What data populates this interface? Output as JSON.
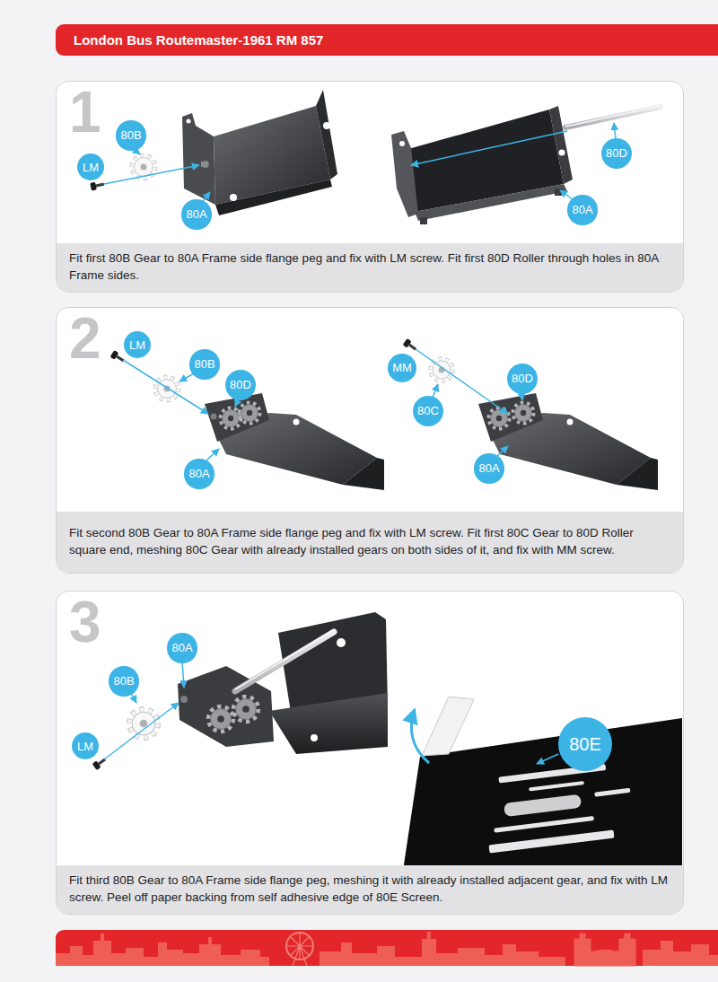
{
  "diagram": {
    "title": "London Bus Routemaster-1961 RM 857",
    "nodes": [
      {
        "text": [
          "1"
        ]
      },
      {
        "text": [
          "80B"
        ],
        "in": 0
      },
      {
        "text": [
          "LM"
        ],
        "in": 0
      },
      {
        "text": [
          "80A"
        ],
        "in": 0
      },
      {
        "text": [
          "80D"
        ],
        "in": 0
      },
      {
        "text": [
          "80A"
        ],
        "in": 0
      },
      {
        "text": [
          "Fit first 80B Gear to 80A Frame side flange peg and fix with LM screw. Fit first 80D Roller through holes in 80A Frame sides."
        ],
        "in": 0
      },
      {
        "text": [
          "2"
        ]
      },
      {
        "text": [
          "LM"
        ],
        "in": 7
      },
      {
        "text": [
          "80B"
        ],
        "in": 7
      },
      {
        "text": [
          "80D"
        ],
        "in": 7
      },
      {
        "text": [
          "80A"
        ],
        "in": 7
      },
      {
        "text": [
          "MM"
        ],
        "in": 7
      },
      {
        "text": [
          "80D"
        ],
        "in": 7
      },
      {
        "text": [
          "80C"
        ],
        "in": 7
      },
      {
        "text": [
          "80A"
        ],
        "in": 7
      },
      {
        "text": [
          "Fit second 80B Gear to 80A Frame side flange peg and fix with LM screw. Fit first 80C Gear to 80D Roller square end, meshing 80C Gear with already installed gears on both sides of it, and fix with MM screw."
        ],
        "in": 7
      },
      {
        "text": [
          "3"
        ]
      },
      {
        "text": [
          "80A"
        ],
        "in": 17
      },
      {
        "text": [
          "80B"
        ],
        "in": 17
      },
      {
        "text": [
          "LM"
        ],
        "in": 17
      },
      {
        "text": [
          "80E"
        ],
        "in": 17
      },
      {
        "text": [
          "Fit third 80B Gear to 80A Frame side flange peg, meshing it with already installed adjacent gear, and fix with LM screw. Peel off paper backing from self adhesive edge of 80E Screen."
        ],
        "in": 17
      }
    ]
  }
}
